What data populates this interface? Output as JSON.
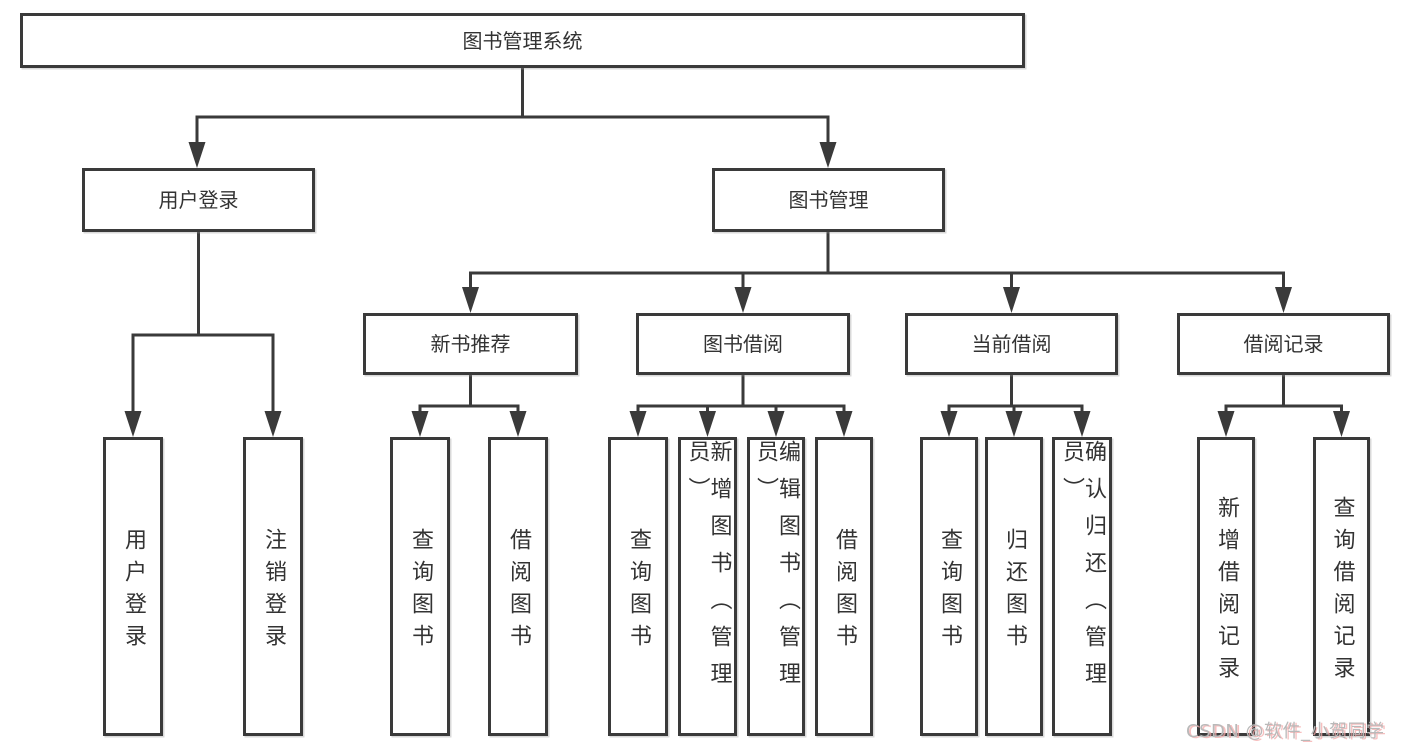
{
  "colors": {
    "line": "#3a3a3a",
    "border": "#3a3a3a",
    "text": "#333333",
    "background": "#ffffff",
    "watermark_gray": "#b9b9b9",
    "watermark_pink": "#f4aaaa"
  },
  "tree": {
    "root": {
      "label": "图书管理系统"
    },
    "children": [
      {
        "label": "用户登录",
        "children": [
          {
            "label": "用户登录"
          },
          {
            "label": "注销登录"
          }
        ]
      },
      {
        "label": "图书管理",
        "children": [
          {
            "label": "新书推荐",
            "children": [
              {
                "label": "查询图书"
              },
              {
                "label": "借阅图书"
              }
            ]
          },
          {
            "label": "图书借阅",
            "children": [
              {
                "label": "查询图书"
              },
              {
                "label": "新增图书（管理员）"
              },
              {
                "label": "编辑图书（管理员）"
              },
              {
                "label": "借阅图书"
              }
            ]
          },
          {
            "label": "当前借阅",
            "children": [
              {
                "label": "查询图书"
              },
              {
                "label": "归还图书"
              },
              {
                "label": "确认归还（管理员）"
              }
            ]
          },
          {
            "label": "借阅记录",
            "children": [
              {
                "label": "新增借阅记录"
              },
              {
                "label": "查询借阅记录"
              }
            ]
          }
        ]
      }
    ]
  },
  "watermark": "CSDN @软件_小贺同学"
}
